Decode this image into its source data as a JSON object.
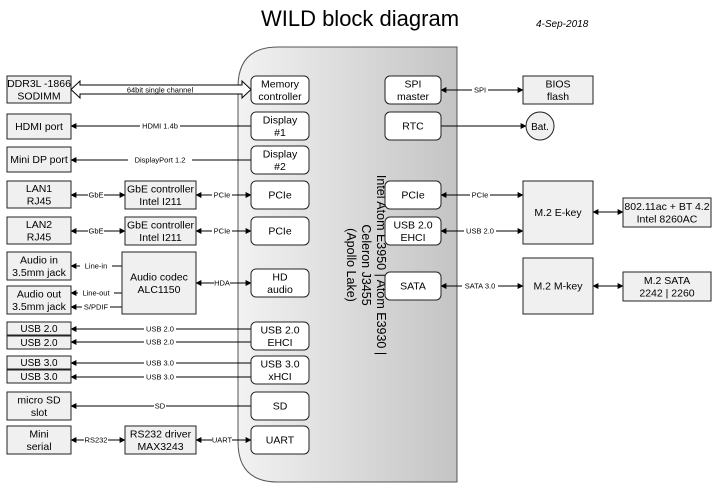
{
  "title": "WILD block diagram",
  "date": "4-Sep-2018",
  "soc": {
    "lines": [
      "Intel Atom E3950 | Atom E3930 |",
      "Celeron J3455",
      "(Apollo Lake)"
    ]
  },
  "blocks": {
    "ddr": [
      "DDR3L -1866",
      "SODIMM"
    ],
    "hdmi_port": [
      "HDMI port"
    ],
    "minidp_port": [
      "Mini DP port"
    ],
    "lan1": [
      "LAN1",
      "RJ45"
    ],
    "lan2": [
      "LAN2",
      "RJ45"
    ],
    "audio_in": [
      "Audio in",
      "3.5mm jack"
    ],
    "audio_out": [
      "Audio out",
      "3.5mm jack"
    ],
    "usb20_a": [
      "USB 2.0"
    ],
    "usb20_b": [
      "USB 2.0"
    ],
    "usb30_a": [
      "USB 3.0"
    ],
    "usb30_b": [
      "USB 3.0"
    ],
    "microsd": [
      "micro SD",
      "slot"
    ],
    "mini_serial": [
      "Mini",
      "serial"
    ],
    "gbe1": [
      "GbE controller",
      "Intel I211"
    ],
    "gbe2": [
      "GbE controller",
      "Intel I211"
    ],
    "codec": [
      "Audio codec",
      "ALC1150"
    ],
    "rs232": [
      "RS232 driver",
      "MAX3243"
    ],
    "mem_ctrl": [
      "Memory",
      "controller"
    ],
    "display1": [
      "Display",
      "#1"
    ],
    "display2": [
      "Display",
      "#2"
    ],
    "pcie1": [
      "PCIe"
    ],
    "pcie2": [
      "PCIe"
    ],
    "hd_audio": [
      "HD",
      "audio"
    ],
    "usb20_ehci_left": [
      "USB 2.0",
      "EHCI"
    ],
    "usb30_xhci": [
      "USB 3.0",
      "xHCI"
    ],
    "sd": [
      "SD"
    ],
    "uart": [
      "UART"
    ],
    "spi": [
      "SPI",
      "master"
    ],
    "rtc": [
      "RTC"
    ],
    "pcie_right": [
      "PCIe"
    ],
    "usb20_ehci_right": [
      "USB 2.0",
      "EHCI"
    ],
    "sata": [
      "SATA"
    ],
    "bios": [
      "BIOS",
      "flash"
    ],
    "battery": [
      "Bat."
    ],
    "m2e": [
      "M.2 E-key"
    ],
    "m2m": [
      "M.2 M-key"
    ],
    "wifi": [
      "802.11ac + BT 4.2",
      "Intel 8260AC"
    ],
    "m2sata": [
      "M.2 SATA",
      "2242 | 2260"
    ]
  },
  "links": {
    "ddr": "64bit single channel",
    "hdmi": "HDMI 1.4b",
    "dp": "DisplayPort 1.2",
    "gbe1": "GbE",
    "gbe2": "GbE",
    "pcie1": "PCIe",
    "pcie2": "PCIe",
    "line_in": "Line-in",
    "line_out": "Line-out",
    "spdif": "S/PDIF",
    "hda": "HDA",
    "usb20_a": "USB 2.0",
    "usb20_b": "USB 2.0",
    "usb30_a": "USB 3.0",
    "usb30_b": "USB 3.0",
    "sd": "SD",
    "rs232": "RS232",
    "uart": "UART",
    "spi": "SPI",
    "pcie_right": "PCIe",
    "usb20_right": "USB 2.0",
    "sata": "SATA 3.0"
  }
}
